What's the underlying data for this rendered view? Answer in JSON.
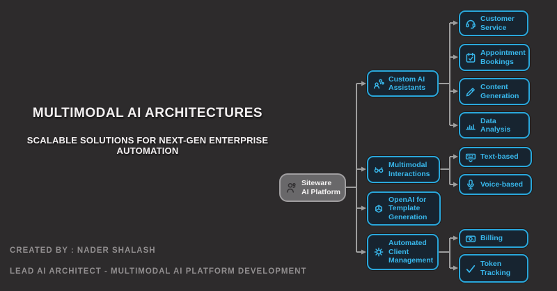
{
  "title": "MULTIMODAL AI ARCHITECTURES",
  "subtitle": "SCALABLE SOLUTIONS FOR NEXT-GEN ENTERPRISE AUTOMATION",
  "credits": {
    "line1": "CREATED BY : NADER SHALASH",
    "line2": "LEAD AI ARCHITECT - MULTIMODAL AI PLATFORM DEVELOPMENT"
  },
  "colors": {
    "background": "#2d2b2c",
    "node_border": "#2aa7db",
    "node_fill": "#172430",
    "node_text": "#38b6ea",
    "center_fill": "#69686a",
    "center_border": "#a09ea0",
    "center_text": "#f2f0f0",
    "connector": "#9e9e9e",
    "title_text": "#f2eff0",
    "credits_text": "#918e8f"
  },
  "nodes": {
    "center": {
      "label": "Siteware AI Platform",
      "icon": "engineer-person-icon"
    },
    "custom_ai": {
      "label": "Custom AI Assistants",
      "icon": "assistant-gears-icon"
    },
    "customer_service": {
      "label": "Customer Service",
      "icon": "headset-icon"
    },
    "appointment_bookings": {
      "label": "Appointment Bookings",
      "icon": "calendar-check-icon"
    },
    "content_generation": {
      "label": "Content Generation",
      "icon": "pencil-icon"
    },
    "data_analysis": {
      "label": "Data Analysis",
      "icon": "bar-chart-icon"
    },
    "multimodal_interactions": {
      "label": "Multimodal Interactions",
      "icon": "goggles-icon"
    },
    "text_based": {
      "label": "Text-based",
      "icon": "keyboard-icon"
    },
    "voice_based": {
      "label": "Voice-based",
      "icon": "microphone-icon"
    },
    "openai_template": {
      "label": "OpenAI for Template Generation",
      "icon": "openai-logo-icon"
    },
    "automated_client": {
      "label": "Automated Client Management",
      "icon": "gear-icon"
    },
    "billing": {
      "label": "Billing",
      "icon": "banknote-icon"
    },
    "token_tracking": {
      "label": "Token Tracking",
      "icon": "check-icon"
    }
  }
}
